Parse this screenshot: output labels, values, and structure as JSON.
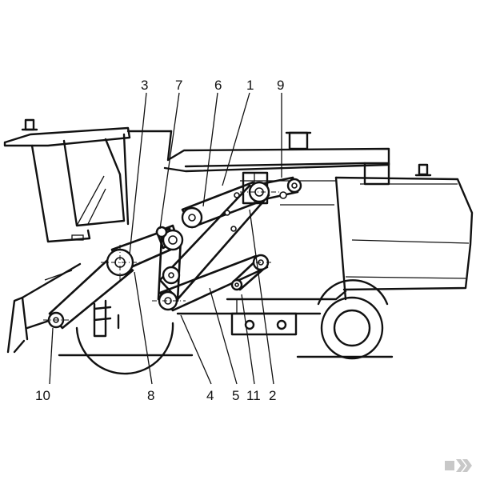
{
  "diagram": {
    "callouts": [
      {
        "id": "c1",
        "label": "1"
      },
      {
        "id": "c2",
        "label": "2"
      },
      {
        "id": "c3",
        "label": "3"
      },
      {
        "id": "c4",
        "label": "4"
      },
      {
        "id": "c5",
        "label": "5"
      },
      {
        "id": "c6",
        "label": "6"
      },
      {
        "id": "c7",
        "label": "7"
      },
      {
        "id": "c8",
        "label": "8"
      },
      {
        "id": "c9",
        "label": "9"
      },
      {
        "id": "c10",
        "label": "10"
      },
      {
        "id": "c11",
        "label": "11"
      }
    ],
    "watermark_color": "#c8c8c8",
    "icon": "kramp-logo-watermark"
  }
}
